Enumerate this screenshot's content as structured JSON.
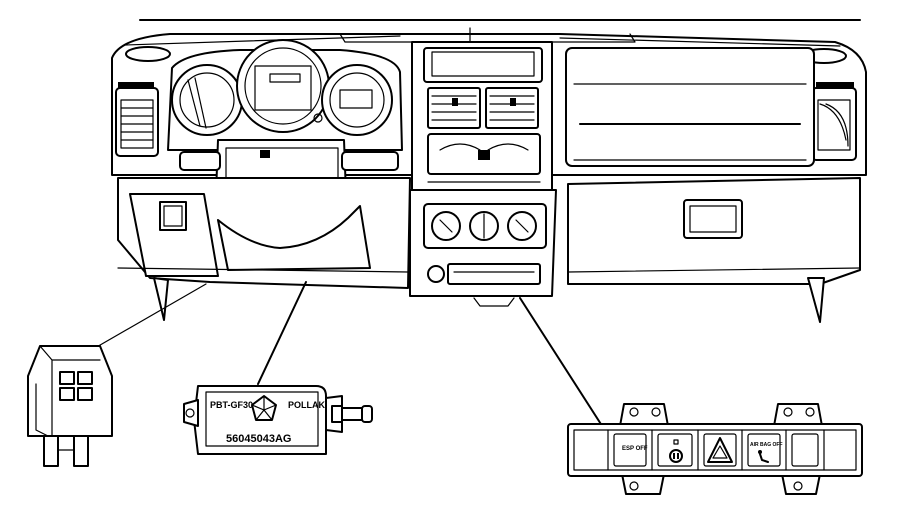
{
  "labels": {
    "sensor_top_left": "PBT-GF30",
    "sensor_brand": "POLLAK",
    "sensor_part_number": "56045043AG",
    "switch_button_1": "ESP OFF",
    "switch_button_4": "AIR BAG OFF"
  },
  "colors": {
    "stroke": "#000000",
    "background": "#ffffff"
  },
  "icons": {
    "hazard": "warning-triangle-icon",
    "logo": "pentastar-logo-icon",
    "outlet": "power-outlet-icon"
  }
}
